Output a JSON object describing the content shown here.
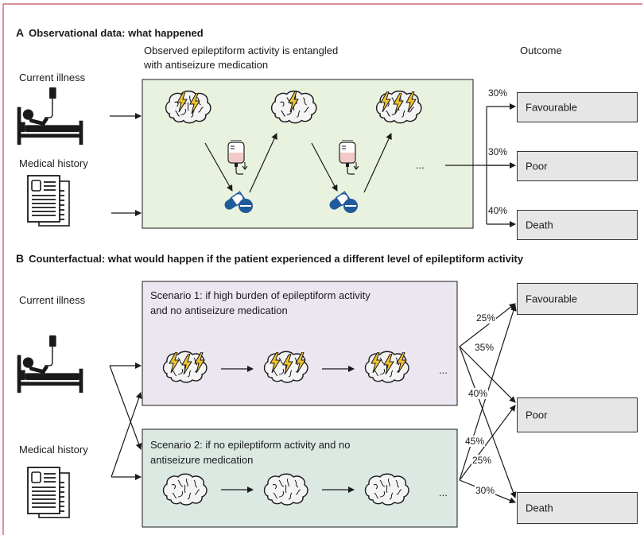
{
  "panel_a": {
    "letter": "A",
    "title": "Observational data: what happened",
    "subtitle_line1": "Observed epileptiform activity is entangled",
    "subtitle_line2": "with antiseizure medication",
    "outcome_header": "Outcome",
    "label_current_illness": "Current illness",
    "label_medical_history": "Medical history",
    "ellipsis": "...",
    "outcomes": [
      {
        "label": "Favourable",
        "percent": "30%"
      },
      {
        "label": "Poor",
        "percent": "30%"
      },
      {
        "label": "Death",
        "percent": "40%"
      }
    ]
  },
  "panel_b": {
    "letter": "B",
    "title": "Counterfactual: what would happen if the patient experienced a different level of epileptiform activity",
    "label_current_illness": "Current illness",
    "label_medical_history": "Medical history",
    "scenario1": "Scenario 1: if high burden of epileptiform activity and no antiseizure medication",
    "scenario2": "Scenario 2: if no epileptiform activity and no antiseizure medication",
    "ellipsis": "...",
    "outcomes": [
      "Favourable",
      "Poor",
      "Death"
    ],
    "scenario1_percents": {
      "favourable": "25%",
      "poor": "35%",
      "death": "40%"
    },
    "scenario2_percents": {
      "favourable": "45%",
      "poor": "25%",
      "death": "30%"
    }
  },
  "icons": [
    "hospital-bed-icon",
    "medical-record-icon",
    "brain-icon",
    "lightning-icon",
    "iv-bag-icon",
    "pill-icon"
  ],
  "colors": {
    "frame": "#c8475e",
    "observational_bg": "#e9f2df",
    "scenario1_bg": "#ece6f1",
    "scenario2_bg": "#dbe9e2",
    "outcome_bg": "#e6e6e6",
    "lightning": "#f1c232",
    "pill": "#1f5b9c",
    "iv_fluid": "#f2c9c5"
  }
}
